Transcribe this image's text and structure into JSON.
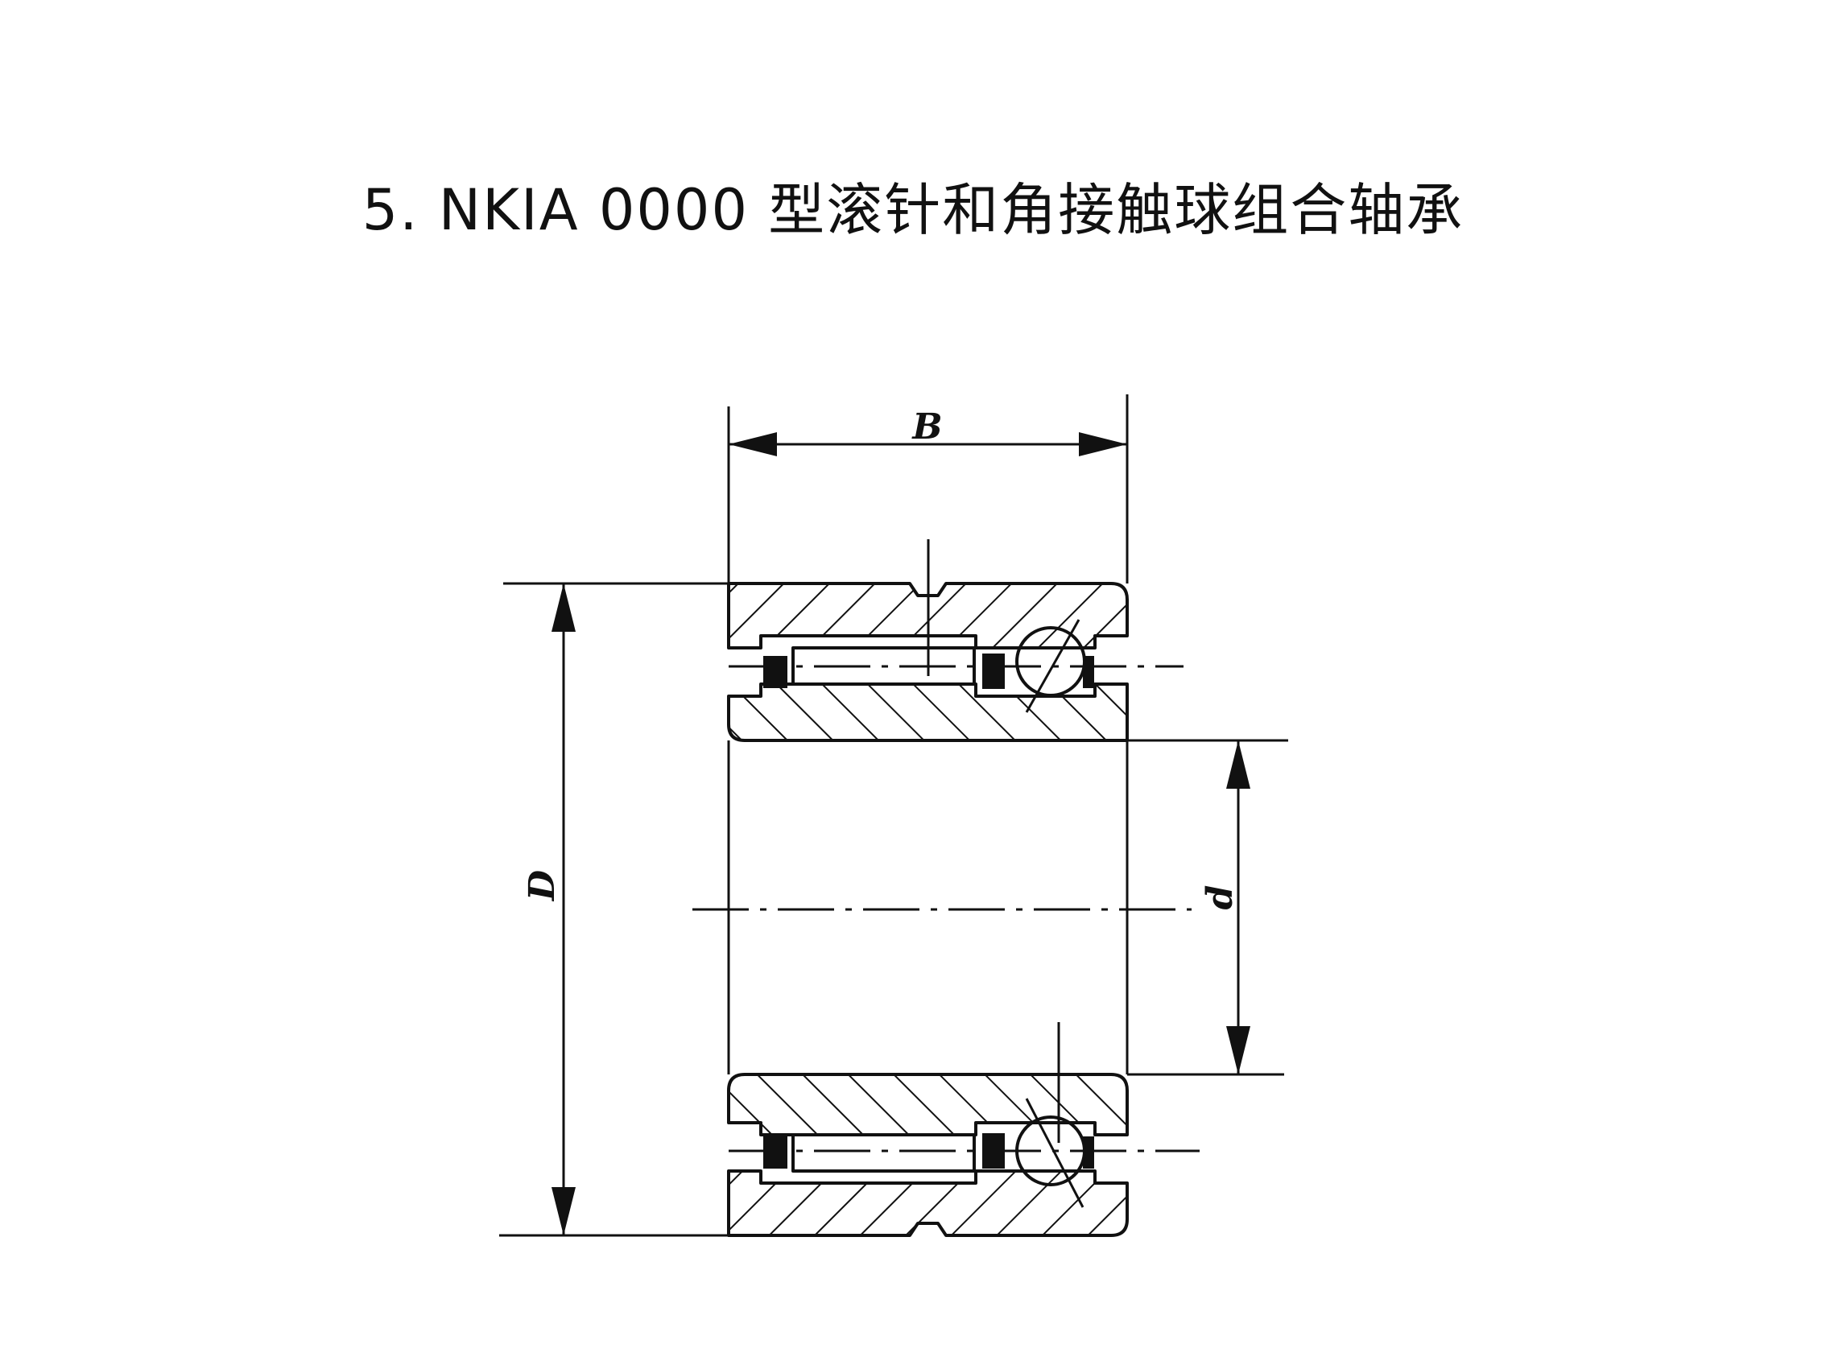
{
  "title": "5. NKIA 0000 型滚针和角接触球组合轴承",
  "dimensions": {
    "width_label": "B",
    "outer_diameter_label": "D",
    "bore_diameter_label": "d"
  },
  "colors": {
    "line": "#111111",
    "background": "#ffffff"
  }
}
